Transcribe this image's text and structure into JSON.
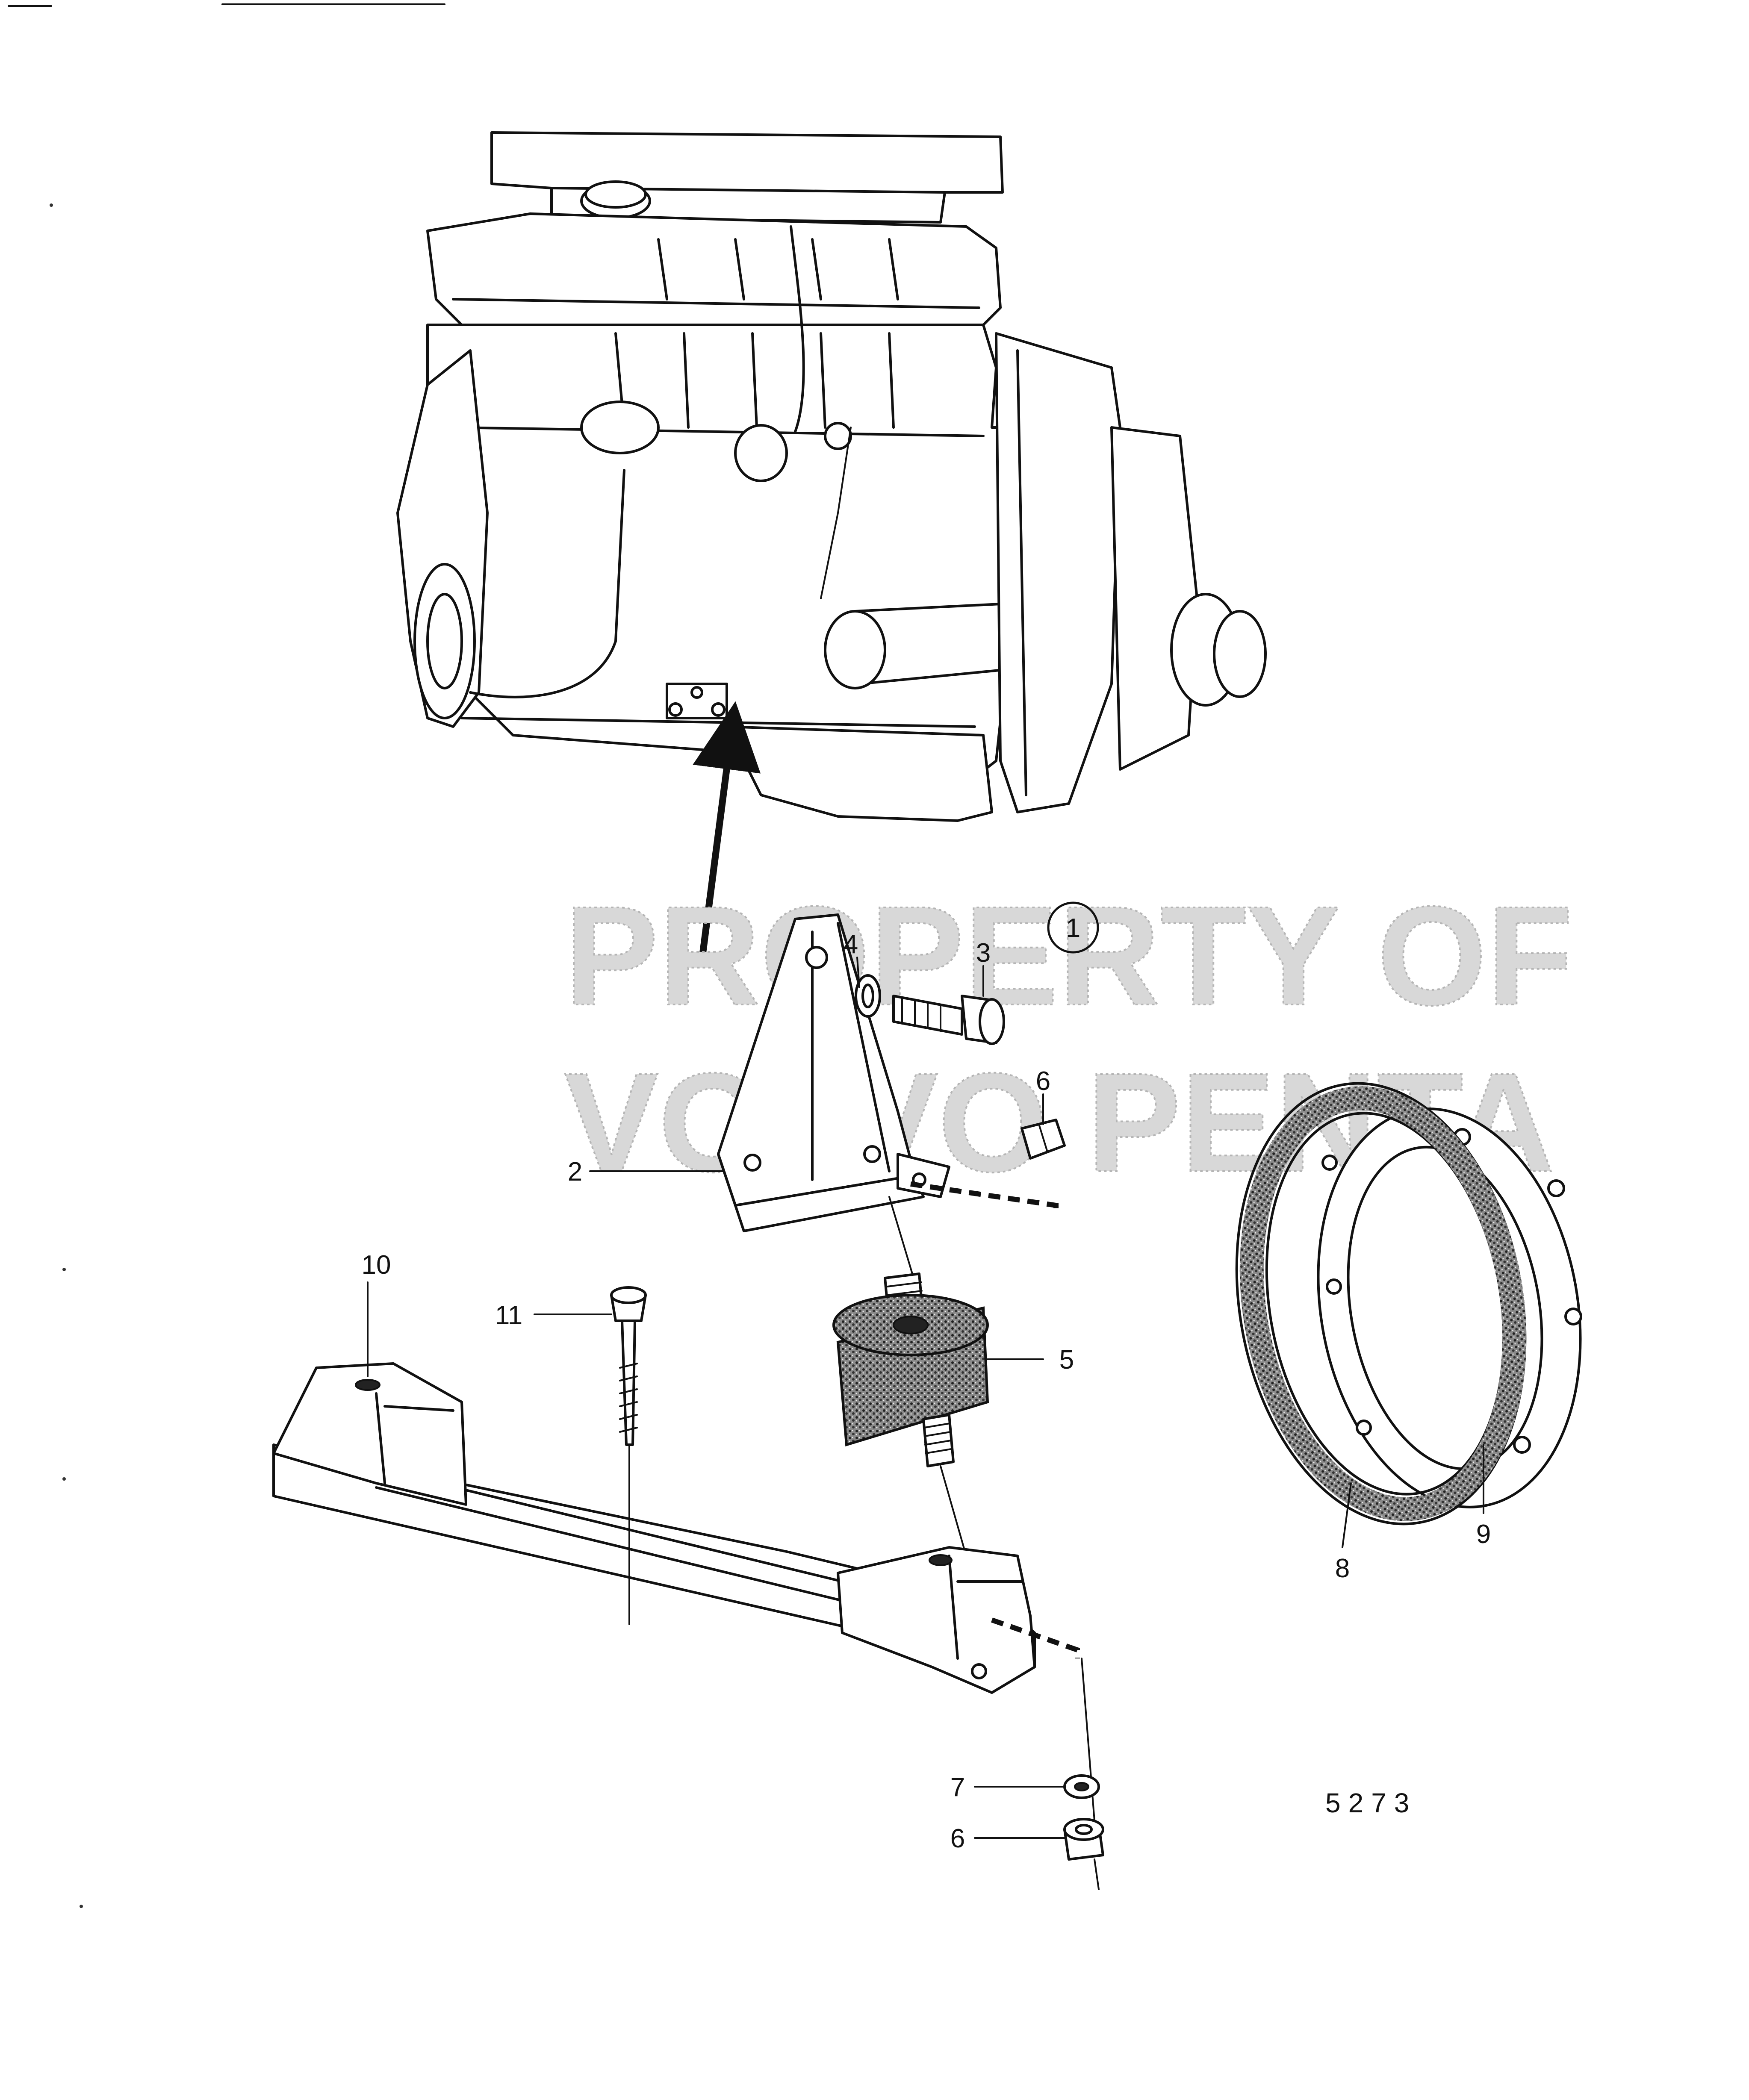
{
  "drawing_number": "5273",
  "watermark": {
    "line1": "PROPERTY OF",
    "line2": "VOLVO PENTA"
  },
  "detail_reference": "1",
  "callouts": [
    {
      "id": "c2",
      "label": "2"
    },
    {
      "id": "c3",
      "label": "3"
    },
    {
      "id": "c4",
      "label": "4"
    },
    {
      "id": "c5",
      "label": "5"
    },
    {
      "id": "c6a",
      "label": "6"
    },
    {
      "id": "c6b",
      "label": "6"
    },
    {
      "id": "c7",
      "label": "7"
    },
    {
      "id": "c8",
      "label": "8"
    },
    {
      "id": "c9",
      "label": "9"
    },
    {
      "id": "c10",
      "label": "10"
    },
    {
      "id": "c11",
      "label": "11"
    }
  ],
  "colors": {
    "ink": "#111111",
    "paper": "#ffffff",
    "watermark": "#d8d8d8"
  }
}
